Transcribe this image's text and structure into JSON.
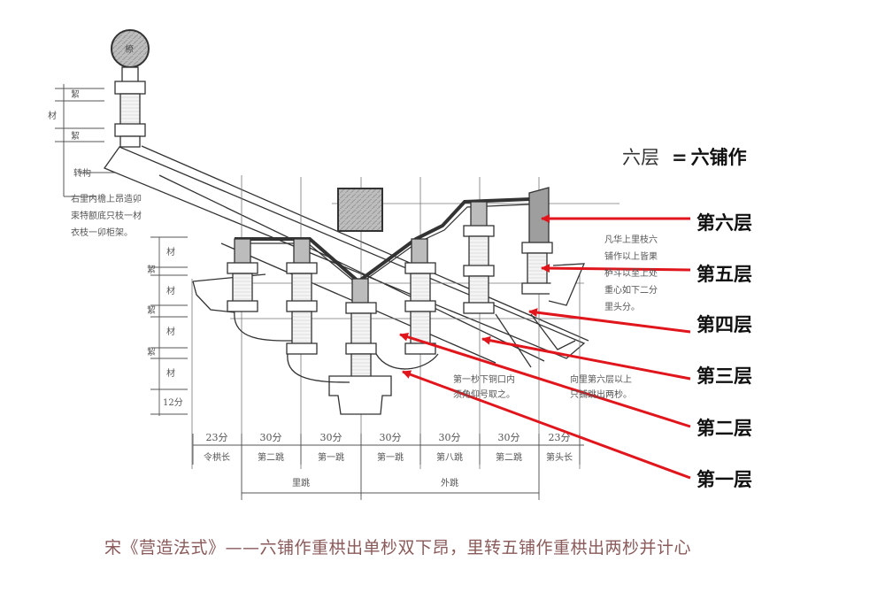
{
  "header": {
    "lhs": "六层",
    "equals": "=",
    "rhs": "六铺作"
  },
  "layers": [
    {
      "label": "第六层"
    },
    {
      "label": "第五层"
    },
    {
      "label": "第四层"
    },
    {
      "label": "第三层"
    },
    {
      "label": "第二层"
    },
    {
      "label": "第一层"
    }
  ],
  "caption": "宋《营造法式》——六铺作重栱出单杪双下昂，里转五铺作重栱出两杪并计心",
  "drawing": {
    "round_beam_label": "橑",
    "left_dims": [
      "絜",
      "材",
      "絜"
    ],
    "left_dim_side": "材",
    "purlin_label": "转构",
    "left_note": [
      "右里内檐上昂造卯",
      "束特额底只枝一材",
      "衣枝一卯柜架。"
    ],
    "left_side_dims": [
      "材",
      "絜",
      "材",
      "絜",
      "材",
      "絜",
      "材",
      "12分"
    ],
    "right_note": [
      "凡华上里枝六",
      "铺作以上皆果",
      "栌斗以至上处",
      "重心如下二分",
      "里头分。"
    ],
    "center_note": [
      "第一杪下铜口内",
      "须角仰号取之。"
    ],
    "center_right_note": [
      "向里第六层以上",
      "只铺跳出两杪。"
    ],
    "dims_top": [
      "23分",
      "30分",
      "30分",
      "30分",
      "30分",
      "30分",
      "23分"
    ],
    "dims_labels": [
      "令栱长",
      "第二跳",
      "第一跳",
      "第一跳",
      "第八跳",
      "第二跳",
      "第头长"
    ],
    "span_labels": [
      "里跳",
      "外跳"
    ]
  },
  "colors": {
    "arrow": "#e0161c",
    "ink": "#333333",
    "caption": "#8a5a5a"
  }
}
